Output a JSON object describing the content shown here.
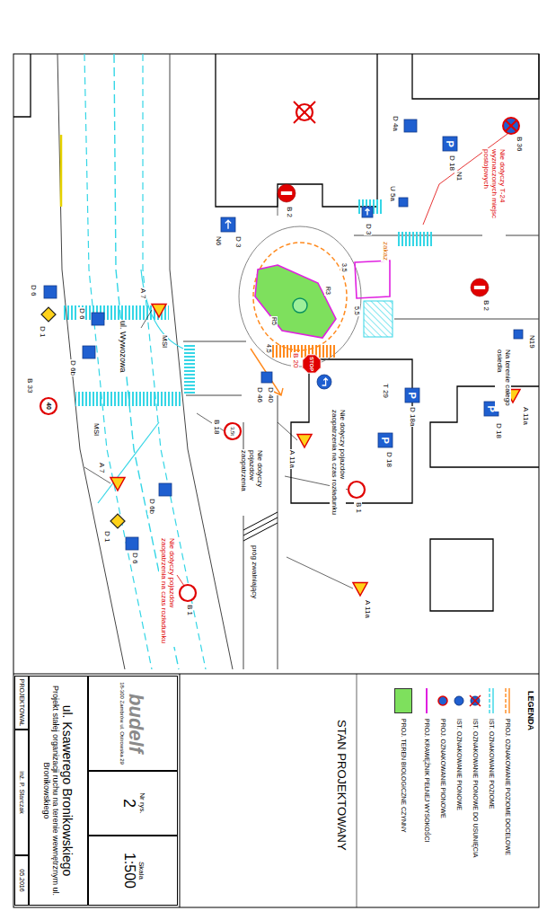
{
  "diagram": {
    "title": "ul. Ksawerego Bronikowskiego",
    "nodes": [
      {
        "text": [
          "budelf",
          "18-300 Zambrów ul. Ostrowska 29"
        ]
      },
      {
        "text": [
          "Nr rys.",
          "2"
        ]
      },
      {
        "text": [
          "Skala",
          "1:500"
        ]
      },
      {
        "text": [
          "ul. Ksawerego Bronikowskiego",
          "Projekt stałej organizacji ruchu na terenie wewnętrznym ul. Bronikowskiego"
        ]
      },
      {
        "text": [
          "PROJEKTOWAŁ"
        ]
      },
      {
        "text": [
          "inż. P. Starczak"
        ]
      },
      {
        "text": [
          "05.2016"
        ]
      }
    ],
    "labels": [
      "LEGENDA",
      "STAN PROJEKTOWANY",
      "B 36",
      "Nie dotyczy T-24 wyznaczonych miejsc postojowych",
      "D 4a",
      "D 18",
      "N1",
      "B 2",
      "D 3",
      "N6",
      "U 5a",
      "D 3",
      "zakaz",
      "B 2",
      "N19",
      "Na terenie całego osiedla",
      "A 11a",
      "D 18",
      "B 20",
      "T 29",
      "D 18a",
      "D 18",
      "A 11a",
      "Nie dotyczy pojazdów zaopatrzenia na czas rozładunku",
      "B 1",
      "A 11a",
      "B 1",
      "Nie dotyczy pojazdów zaopatrzenia na czas rozładunku",
      "B 18",
      "3,5t",
      "Nie dotyczy pojazdów zaopatrzenia",
      "D 40",
      "D 46",
      "próg zwalniający",
      "ul. Wywozowa",
      "MSI",
      "MSI",
      "A 7",
      "D 1",
      "D 6",
      "D 6b",
      "B 33",
      "40",
      "A 7",
      "D 6b",
      "D 1",
      "D 6",
      "D 6",
      "R3",
      "R5",
      "4,5",
      "3,5",
      "5,5",
      "STOP",
      "P",
      "P",
      "P",
      "P"
    ],
    "legend": [
      {
        "text": "PROJ. OZNAKOWANIE POZIOME DOCELOWE"
      },
      {
        "text": "IST. OZNAKOWANIE POZIOME"
      },
      {
        "text": "IST. OZNAKOWANIE PIONOWE DO USUNIĘCIA"
      },
      {
        "text": "IST. OZNAKOWANIE PIONOWE"
      },
      {
        "text": "PROJ. OZNAKOWANIE PIONOWE"
      },
      {
        "text": "PROJ. KRAWĘŻNIK PEŁNEJ WYSOKOŚCI"
      },
      {
        "text": "PROJ. TEREN BIOLOGICZNE CZYNNY",
        "color": "#7ee05d"
      }
    ]
  }
}
